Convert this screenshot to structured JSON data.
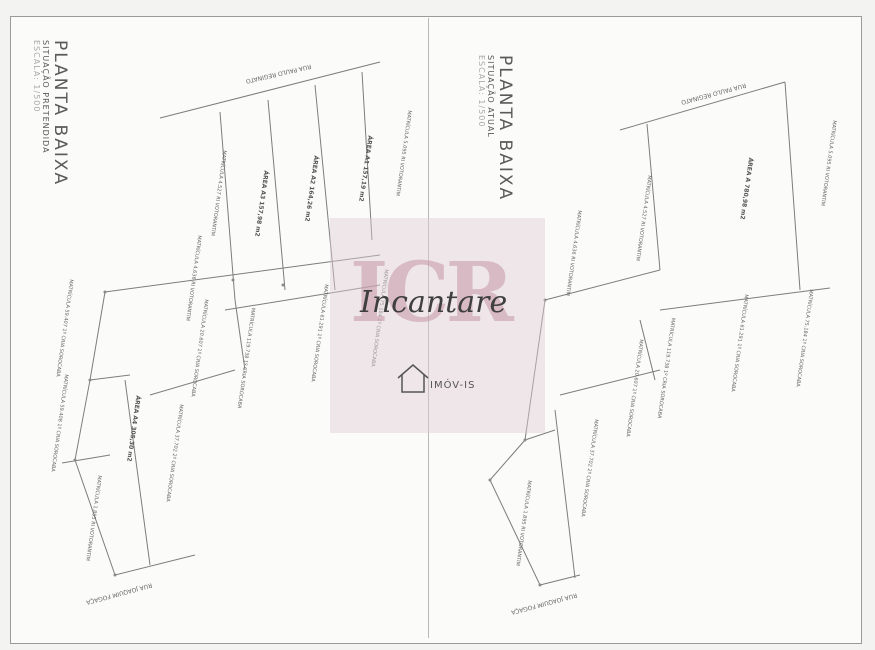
{
  "watermark": {
    "brand": "ICR",
    "name": "Incantare",
    "tagline": "IMÓV-IS"
  },
  "left_plan": {
    "title": "PLANTA BAIXA",
    "subtitle": "SITUAÇÃO PRETENDIDA",
    "scale": "ESCALA: 1/500",
    "streets": [
      "RUA PAULO REGINATO",
      "RUA JOAQUIM FOGAÇA"
    ],
    "areas": [
      {
        "name": "ÁREA A1",
        "value": "157,19 m2"
      },
      {
        "name": "ÁREA A2",
        "value": "164,26 m2"
      },
      {
        "name": "ÁREA A3",
        "value": "157,98 m2"
      },
      {
        "name": "ÁREA A4",
        "value": "305,30 m2"
      }
    ],
    "parcels": [
      {
        "matricula": "MATRÍCULA 5.095",
        "office": "RI VOTORANTIM"
      },
      {
        "matricula": "MATRÍCULA 4.527",
        "office": "RI VOTORANTIM"
      },
      {
        "matricula": "MATRÍCULA 4.636",
        "office": "RI VOTORANTIM"
      },
      {
        "matricula": "MATRÍCULA 75.184",
        "office": "1º CRIA SOROCABA"
      },
      {
        "matricula": "MATRÍCULA 61.291",
        "office": "1º CRIA SOROCABA"
      },
      {
        "matricula": "MATRÍCULA 119.738",
        "office": "1º CRIA SOROCABA"
      },
      {
        "matricula": "MATRÍCULA 20.607",
        "office": "1º CRIA SOROCABA"
      },
      {
        "matricula": "MATRÍCULA 59.407",
        "office": "1º CRIA SOROCABA"
      },
      {
        "matricula": "MATRÍCULA 59.408",
        "office": "1º CRIA SOROCABA"
      },
      {
        "matricula": "MATRÍCULA 1.895",
        "office": "RI VOTORANTIM"
      },
      {
        "matricula": "MATRÍCULA 37.702",
        "office": "2º CRIA SOROCABA"
      }
    ]
  },
  "right_plan": {
    "title": "PLANTA BAIXA",
    "subtitle": "SITUAÇÃO ATUAL",
    "scale": "ESCALA: 1/500",
    "streets": [
      "RUA PAULO REGINATO",
      "RUA JOAQUIM FOGAÇA"
    ],
    "areas": [
      {
        "name": "ÁREA A",
        "value": "780,98 m2"
      }
    ],
    "parcels": [
      {
        "matricula": "MATRÍCULA 5.095",
        "office": "RI VOTORANTIM"
      },
      {
        "matricula": "MATRÍCULA 4.527",
        "office": "RI VOTORANTIM"
      },
      {
        "matricula": "MATRÍCULA 4.636",
        "office": "RI VOTORANTIM"
      },
      {
        "matricula": "MATRÍCULA 75.184",
        "office": "1º CRIA SOROCABA"
      },
      {
        "matricula": "MATRÍCULA 61.291",
        "office": "1º CRIA SOROCABA"
      },
      {
        "matricula": "MATRÍCULA 119.738",
        "office": "1º CRIA SOROCABA"
      },
      {
        "matricula": "MATRÍCULA 20.607",
        "office": "1º CRIA SOROCABA"
      },
      {
        "matricula": "MATRÍCULA 1.895",
        "office": "RI VOTORANTIM"
      },
      {
        "matricula": "MATRÍCULA 37.702",
        "office": "2º CRIA SOROCABA"
      }
    ]
  }
}
